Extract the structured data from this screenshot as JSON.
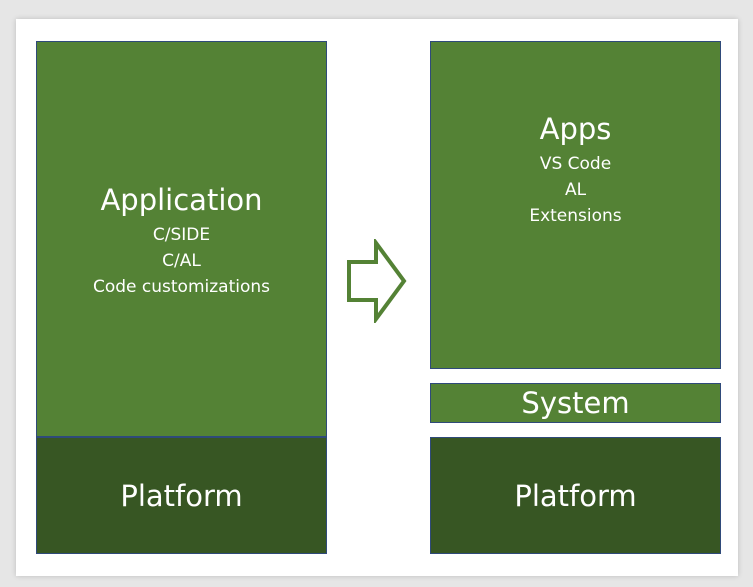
{
  "left": {
    "application": {
      "title": "Application",
      "lines": [
        "C/SIDE",
        "C/AL",
        "Code customizations"
      ]
    },
    "platform": "Platform"
  },
  "right": {
    "apps": {
      "title": "Apps",
      "lines": [
        "VS Code",
        "AL",
        "Extensions"
      ]
    },
    "system": "System",
    "platform": "Platform"
  },
  "colors": {
    "light_green": "#548235",
    "dark_green": "#375623",
    "border": "#2f4a7a",
    "arrow_stroke": "#548235"
  },
  "icons": {
    "arrow": "right-arrow-outline-icon"
  }
}
